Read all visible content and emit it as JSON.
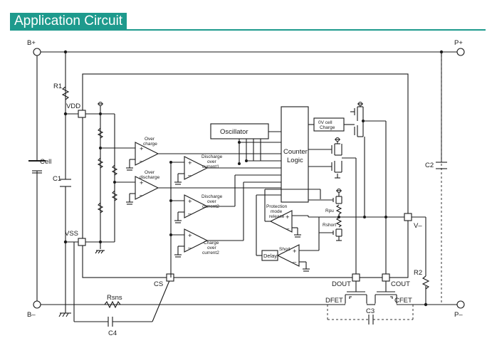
{
  "header": {
    "title": "Application Circuit"
  },
  "terminals": {
    "b_plus": "B+",
    "b_minus": "B–",
    "p_plus": "P+",
    "p_minus": "P–",
    "v_minus": "V–"
  },
  "pins": {
    "vdd": "VDD",
    "vss": "VSS",
    "cs": "CS",
    "dout": "DOUT",
    "cout": "COUT"
  },
  "components": {
    "r1": "R1",
    "r2": "R2",
    "c1": "C1",
    "c2": "C2",
    "c3": "C3",
    "c4": "C4",
    "cell": "Cell",
    "rsns": "Rsns",
    "dfet": "DFET",
    "cfet": "CFET"
  },
  "blocks": {
    "oscillator": "Oscillator",
    "counter_logic": [
      "Counter",
      "Logic"
    ],
    "zero_v_charge": [
      "0V cell",
      "Charge"
    ],
    "delay": "Delay",
    "rpu": "Rpu",
    "rshort": "Rshort"
  },
  "comparators": {
    "over_charge": [
      "Over",
      "charge"
    ],
    "over_discharge": [
      "Over",
      "discharge"
    ],
    "discharge_overcurrent1": [
      "Discharge",
      "over",
      "current1"
    ],
    "discharge_overcurrent2": [
      "Discharge",
      "over",
      "current2"
    ],
    "charge_overcurrent2": [
      "Charge",
      "over",
      "current2"
    ],
    "protection_release": [
      "Protection",
      "mode",
      "release"
    ],
    "short": "Short"
  },
  "signs": {
    "plus": "+",
    "minus": "–"
  }
}
